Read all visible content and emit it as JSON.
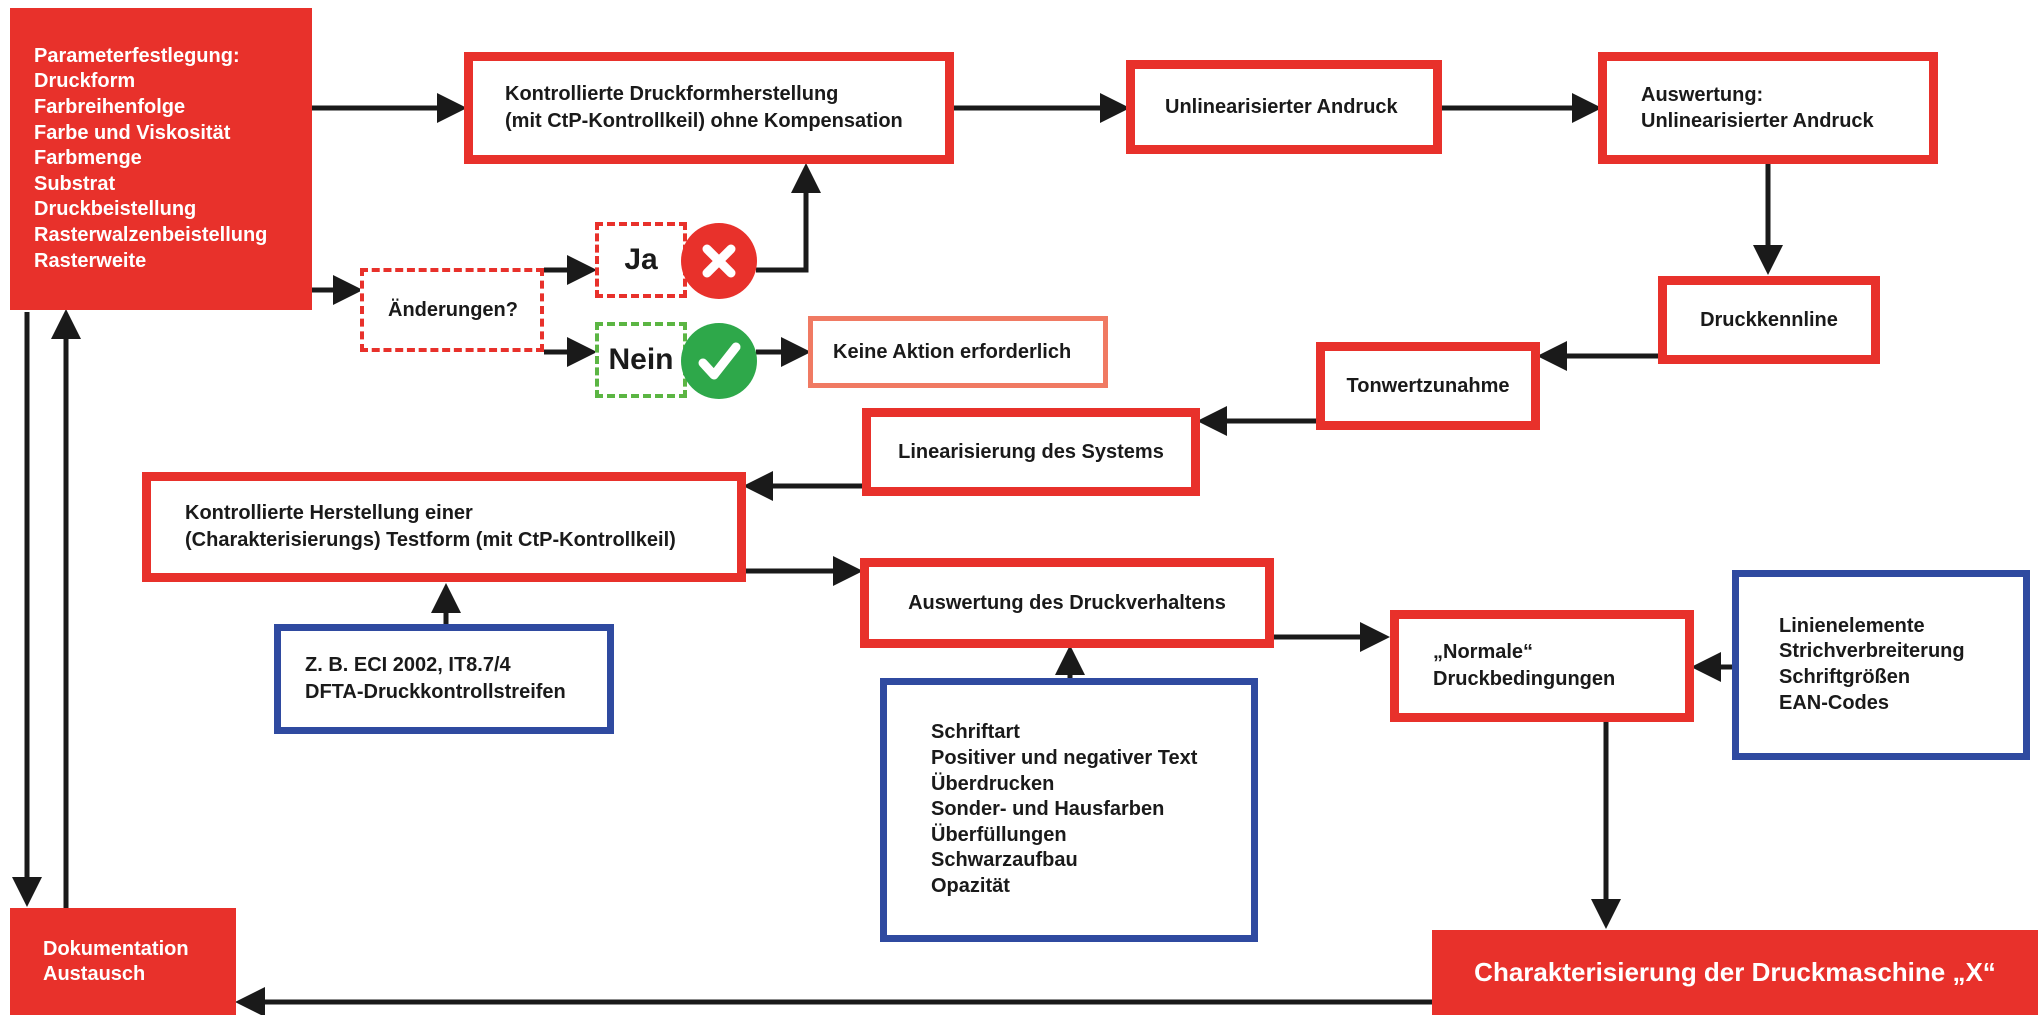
{
  "colors": {
    "red": "#e8312b",
    "blue": "#2f4aa0",
    "green": "#5bb543",
    "salmon": "#f07a63",
    "arrow": "#1a1a1a"
  },
  "nodes": {
    "params": {
      "lines": [
        "Parameterfestlegung:",
        "Druckform",
        "Farbreihenfolge",
        "Farbe und Viskosität",
        "Farbmenge",
        "Substrat",
        "Druckbeistellung",
        "Rasterwalzenbeistellung",
        "Rasterweite"
      ]
    },
    "druckform": {
      "lines": [
        "Kontrollierte Druckformherstellung",
        "(mit CtP-Kontrollkeil) ohne Kompensation"
      ]
    },
    "andruck": {
      "lines": [
        "Unlinearisierter Andruck"
      ]
    },
    "auswertung_andruck": {
      "lines": [
        "Auswertung:",
        "Unlinearisierter Andruck"
      ]
    },
    "aenderungen": {
      "lines": [
        "Änderungen?"
      ]
    },
    "ja": {
      "label": "Ja",
      "icon": "x-mark-icon"
    },
    "nein": {
      "label": "Nein",
      "icon": "checkmark-icon"
    },
    "keine_aktion": {
      "lines": [
        "Keine Aktion erforderlich"
      ]
    },
    "druckkennlinie": {
      "lines": [
        "Druckkennline"
      ]
    },
    "tonwert": {
      "lines": [
        "Tonwertzunahme"
      ]
    },
    "linearisierung": {
      "lines": [
        "Linearisierung des Systems"
      ]
    },
    "testform": {
      "lines": [
        "Kontrollierte Herstellung einer",
        "(Charakterisierungs) Testform (mit CtP-Kontrollkeil)"
      ]
    },
    "eci": {
      "lines": [
        "Z. B. ECI 2002, IT8.7/4",
        "DFTA-Druckkontrollstreifen"
      ]
    },
    "druckverhalten": {
      "lines": [
        "Auswertung des Druckverhaltens"
      ]
    },
    "schrift": {
      "lines": [
        "Schriftart",
        "Positiver und negativer Text",
        "Überdrucken",
        "Sonder- und Hausfarben",
        "Überfüllungen",
        "Schwarzaufbau",
        "Opazität"
      ]
    },
    "normale": {
      "lines": [
        "„Normale“",
        "Druckbedingungen"
      ]
    },
    "linien": {
      "lines": [
        "Linienelemente",
        "Strichverbreiterung",
        "Schriftgrößen",
        "EAN-Codes"
      ]
    },
    "charakterisierung": {
      "lines": [
        "Charakterisierung der Druckmaschine „X“"
      ]
    },
    "dokumentation": {
      "lines": [
        "Dokumentation",
        "Austausch"
      ]
    }
  }
}
